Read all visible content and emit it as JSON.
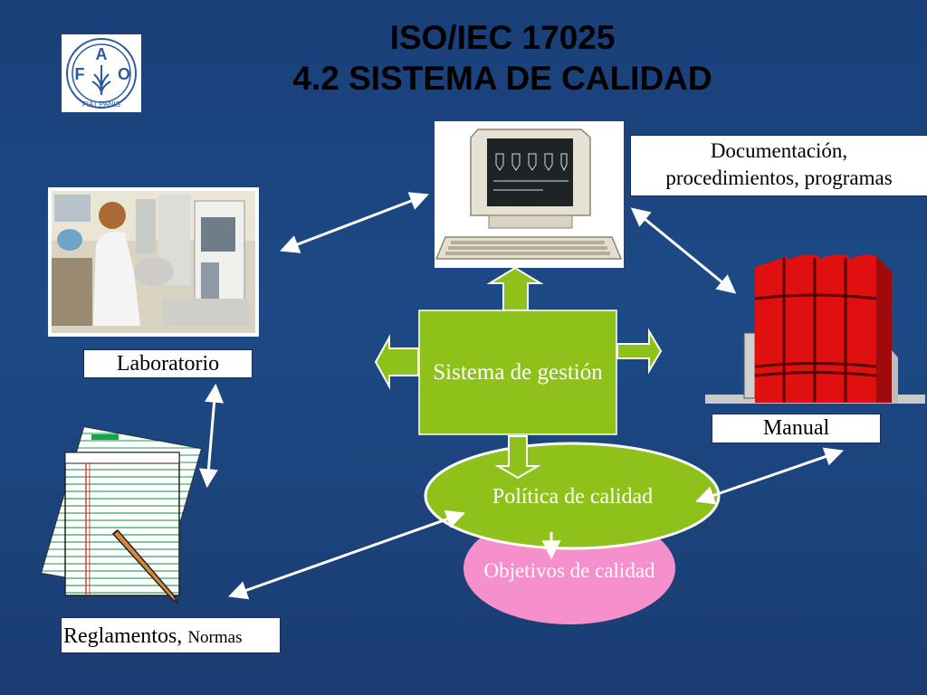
{
  "logo": {
    "letters": [
      "F",
      "A",
      "O"
    ],
    "motto": "FIAT PANIS"
  },
  "title": {
    "line1": "ISO/IEC 17025",
    "line2": "4.2 SISTEMA DE CALIDAD"
  },
  "nodes": {
    "sistema": "Sistema de gestión",
    "politica": "Política de calidad",
    "objetivos": "Objetivos de calidad"
  },
  "labels": {
    "documentacion_line1": "Documentación,",
    "documentacion_line2": "procedimientos, programas",
    "laboratorio": "Laboratorio",
    "manual": "Manual",
    "reglamentos": "Reglamentos,",
    "normas": "Normas"
  },
  "colors": {
    "background": "#1d4a86",
    "sistema_fill": "#8ec21a",
    "politica_fill": "#8ec21a",
    "objetivos_fill": "#f590cc",
    "manual_red": "#e01010"
  }
}
